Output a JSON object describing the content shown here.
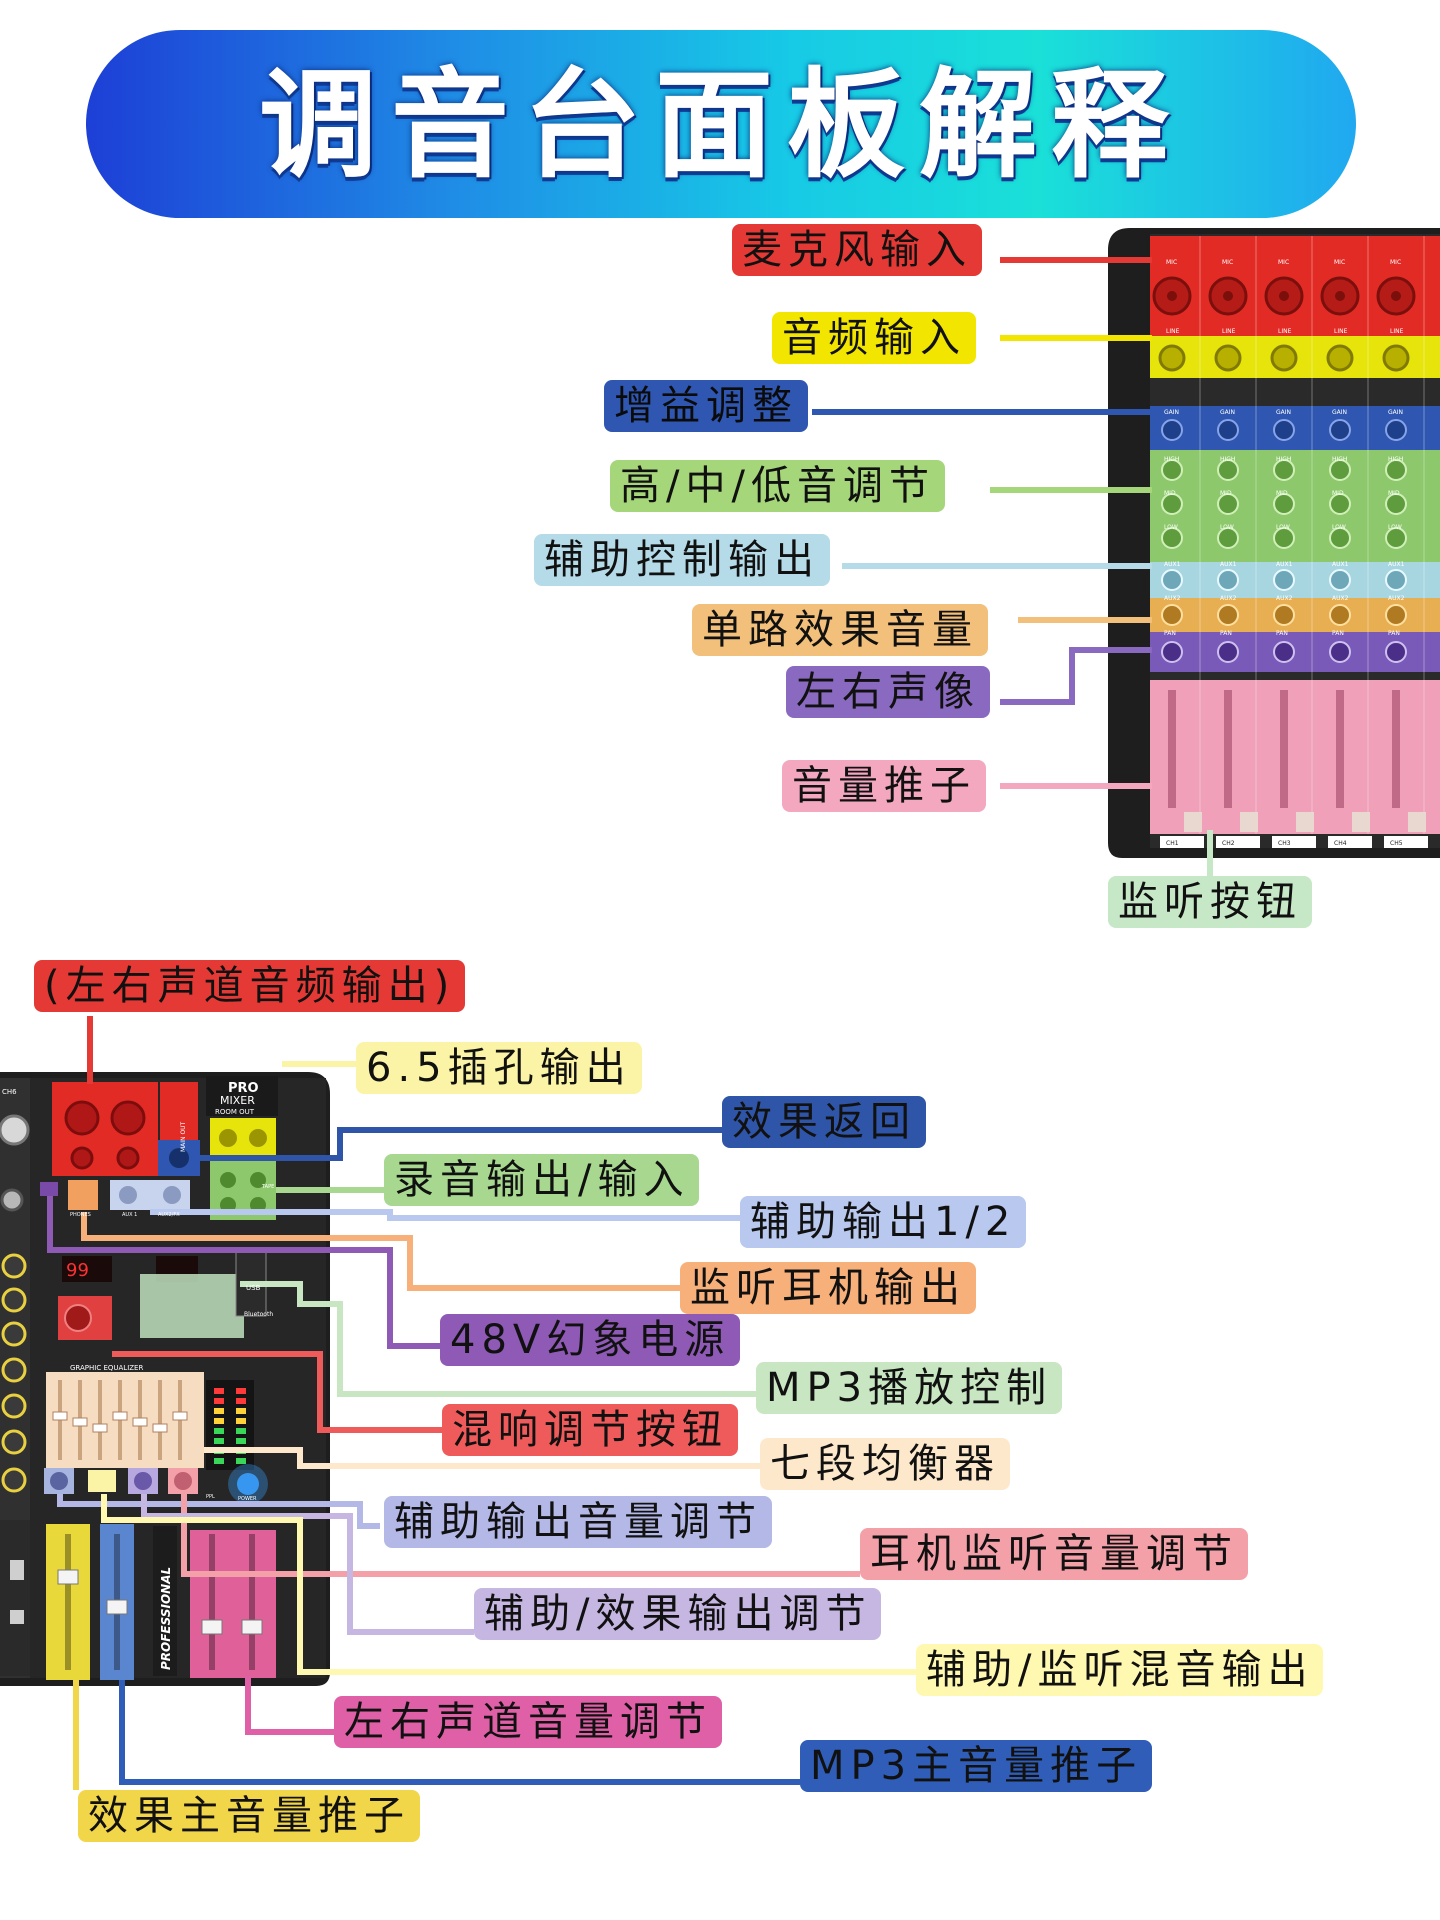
{
  "title": "调音台面板解释",
  "colors": {
    "red": "#e53935",
    "yellow": "#f2e600",
    "blue": "#2f56b0",
    "green": "#a6d67a",
    "lightblue": "#b5dbe8",
    "orange": "#f2c07a",
    "purple": "#8a6ac0",
    "pink": "#f3a8c0",
    "mint": "#c7e8c7",
    "lightred": "#ee5a5a",
    "paleyellow": "#fbf4a6",
    "darkblue": "#2f55a8",
    "lightgreen": "#a8d890",
    "periwinkle": "#b8c8ee",
    "peach": "#f7b07a",
    "violet": "#8e5ab5",
    "sage": "#c8e6c2",
    "coral": "#ef5a5a",
    "cream": "#fde8cc",
    "lavender": "#b3b8e6",
    "rose": "#f4a0a8",
    "lilac": "#c6b6e2",
    "cream2": "#fff8b0",
    "magenta": "#e060a8",
    "cobalt": "#2f5db8",
    "gold": "#f2d64a"
  },
  "labels": [
    "麦克风输入",
    "音频输入",
    "增益调整",
    "高/中/低音调节",
    "辅助控制输出",
    "单路效果音量",
    "左右声像",
    "音量推子",
    "监听按钮",
    "(左右声道音频输出)",
    "6.5插孔输出",
    "效果返回",
    "录音输出/输入",
    "辅助输出1/2",
    "监听耳机输出",
    "48V幻象电源",
    "MP3播放控制",
    "混响调节按钮",
    "七段均衡器",
    "辅助输出音量调节",
    "耳机监听音量调节",
    "辅助/效果输出调节",
    "辅助/监听混音输出",
    "左右声道音量调节",
    "MP3主音量推子",
    "效果主音量推子"
  ],
  "panel": {
    "mic": "MIC",
    "line": "LINE",
    "gain": "GAIN",
    "high": "HIGH",
    "mid": "MID",
    "low": "LOW",
    "aux1": "AUX1",
    "aux2": "AUX2",
    "pan": "PAN",
    "channels": [
      "CH1",
      "CH2",
      "CH3",
      "CH4",
      "CH5"
    ],
    "ch6": "CH6",
    "brand_pro": "PRO",
    "brand_mixer": "MIXER",
    "room_out": "ROOM OUT",
    "main_out": "MAIN OUT",
    "usb": "USB",
    "bluetooth": "Bluetooth",
    "display": "99",
    "graphic_eq": "GRAPHIC EQUALIZER",
    "professional": "PROFESSIONAL",
    "phones": "PHONES",
    "aux1_out": "AUX 1",
    "aux2_fx": "AUX2/FX",
    "tape": "TAPE",
    "ppl": "PPL",
    "power": "POWER"
  }
}
